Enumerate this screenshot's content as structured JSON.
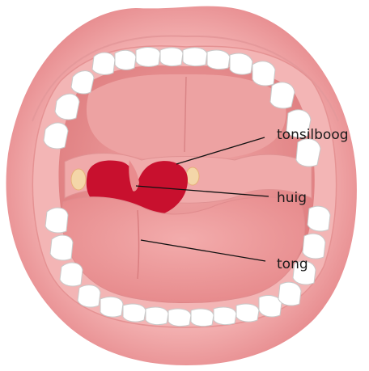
{
  "labels": {
    "tonsil_arch": "tonsilboog",
    "uvula": "huig",
    "tongue": "tong"
  },
  "colors": {
    "lips": "#f2a6a6",
    "lips_shadow": "#e58b8e",
    "gums": "#f4b7b7",
    "mouth_cavity": "#e88585",
    "palate": "#eb9d9d",
    "throat": "#c8102e",
    "tongue": "#ee9a9c",
    "teeth": "#ffffff",
    "leader_line": "#111111"
  }
}
